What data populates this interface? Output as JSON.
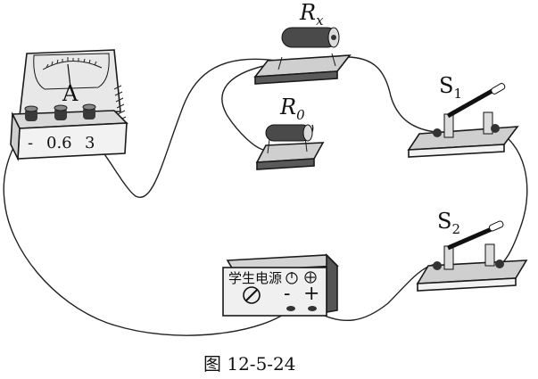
{
  "ammeter": {
    "letter": "A",
    "minus": "-",
    "range_low": "0.6",
    "range_high": "3"
  },
  "resistor_x": {
    "main": "R",
    "sub": "x"
  },
  "resistor_0": {
    "main": "R",
    "sub": "0"
  },
  "switch_1": {
    "main": "S",
    "sub": "1"
  },
  "switch_2": {
    "main": "S",
    "sub": "2"
  },
  "power_supply": {
    "label": "学生电源",
    "minus": "-",
    "plus": "+"
  },
  "caption": "图 12-5-24"
}
